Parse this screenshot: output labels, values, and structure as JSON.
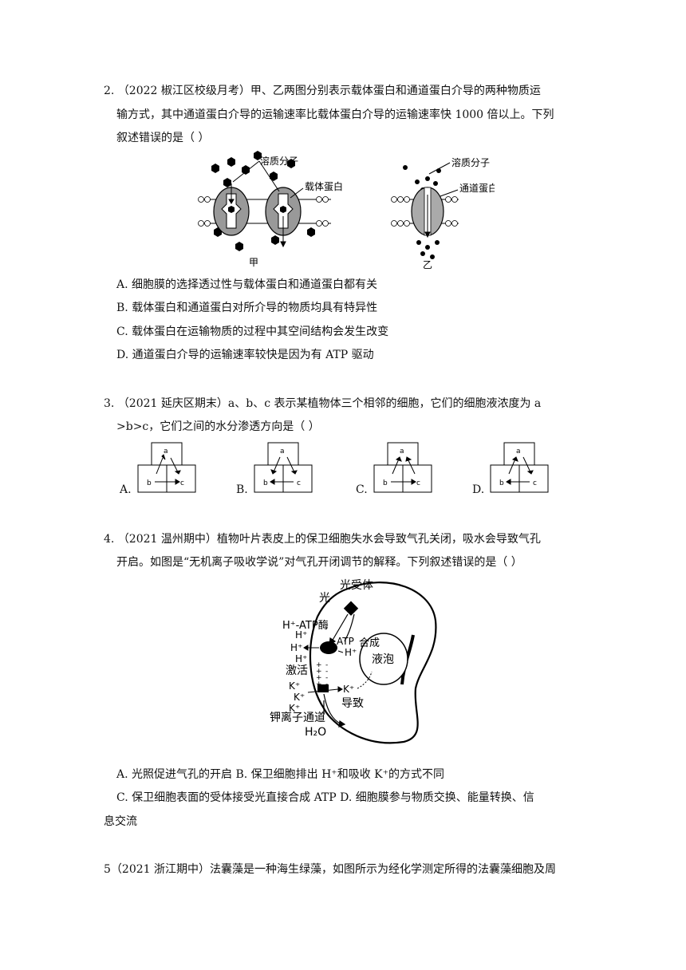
{
  "q2": {
    "line1": "2. （2022  椒江区校级月考）甲、乙两图分别表示载体蛋白和通道蛋白介导的两种物质运",
    "line2": "输方式，其中通道蛋白介导的运输速率比载体蛋白介导的运输速率快 1000 倍以上。下列",
    "line3": "叙述错误的是（      ）",
    "fig": {
      "solute_a": "溶质分子",
      "carrier": "载体蛋白",
      "label_a": "甲",
      "solute_b": "溶质分子",
      "channel": "通道蛋白",
      "label_b": "乙"
    },
    "options": [
      "A. 细胞膜的选择透过性与载体蛋白和通道蛋白都有关",
      "B. 载体蛋白和通道蛋白对所介导的物质均具有特异性",
      "C. 载体蛋白在运输物质的过程中其空间结构会发生改变",
      "D. 通道蛋白介导的运输速率较快是因为有 ATP 驱动"
    ]
  },
  "q3": {
    "line1": "3. （2021  延庆区期末）a、b、c 表示某植物体三个相邻的细胞，它们的细胞液浓度为 a",
    "line2": ">b>c，它们之间的水分渗透方向是（      ）",
    "options": [
      "A.",
      "B.",
      "C.",
      "D."
    ],
    "cell_labels": [
      "a",
      "b",
      "c"
    ]
  },
  "q4": {
    "line1": "4. （2021  温州期中）植物叶片表皮上的保卫细胞失水会导致气孔关闭，吸水会导致气孔",
    "line2": "开启。如图是“无机离子吸收学说”对气孔开闭调节的解释。下列叙述错误的是（      ）",
    "fig": {
      "light": "光",
      "photoreceptor": "光受体",
      "enzyme": "H⁺-ATP酶",
      "synth": "合成",
      "atp": "ATP",
      "h1": "H⁺",
      "h2": "H⁺",
      "h3": "H⁺",
      "h4": "H⁺",
      "activate": "激活",
      "k1": "K⁺",
      "k2": "K⁺",
      "k3": "K⁺",
      "k4": "K⁺",
      "lead": "导致",
      "vacuole": "液泡",
      "k_channel": "钾离子通道",
      "water": "H₂O"
    },
    "optA_B": "A. 光照促进气孔的开启 B. 保卫细胞排出 H⁺和吸收 K⁺的方式不同",
    "optC_D": "C. 保卫细胞表面的受体接受光直接合成 ATP    D. 细胞膜参与物质交换、能量转换、信",
    "optD_cont": "息交流"
  },
  "q5": {
    "line1": "5（2021 浙江期中）法囊藻是一种海生绿藻，如图所示为经化学测定所得的法囊藻细胞及周"
  }
}
